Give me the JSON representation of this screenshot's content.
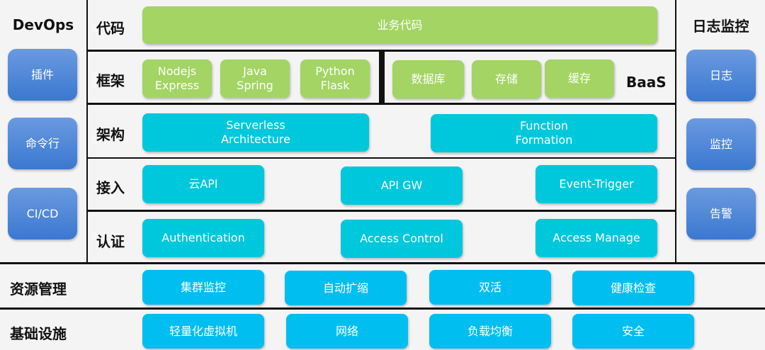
{
  "devops": {
    "title": "DevOps",
    "items": [
      "插件",
      "命令行",
      "CI/CD"
    ]
  },
  "monitoring": {
    "title": "日志监控",
    "items": [
      "日志",
      "监控",
      "告警"
    ]
  },
  "layers": {
    "code": {
      "label": "代码",
      "items": [
        "业务代码"
      ]
    },
    "framework": {
      "label": "框架",
      "items": [
        "Nodejs\nExpress",
        "Java\nSpring",
        "Python\nFlask"
      ]
    },
    "baas": {
      "label": "BaaS",
      "items": [
        "数据库",
        "存储",
        "缓存"
      ]
    },
    "architecture": {
      "label": "架构",
      "items": [
        "Serverless\nArchitecture",
        "Function\nFormation"
      ]
    },
    "access": {
      "label": "接入",
      "items": [
        "云API",
        "API GW",
        "Event-Trigger"
      ]
    },
    "auth": {
      "label": "认证",
      "items": [
        "Authentication",
        "Access Control",
        "Access Manage"
      ]
    },
    "resource": {
      "label": "资源管理",
      "items": [
        "集群监控",
        "自动扩缩",
        "双活",
        "健康检查"
      ]
    },
    "infra": {
      "label": "基础设施",
      "items": [
        "轻量化虚拟机",
        "网络",
        "负载均衡",
        "安全"
      ]
    }
  },
  "colors": {
    "green": "#a3d464",
    "cyan": "#00c8dc",
    "sky": "#00bef0",
    "blue": "#3b78d0",
    "background": "#f4f4f4"
  }
}
